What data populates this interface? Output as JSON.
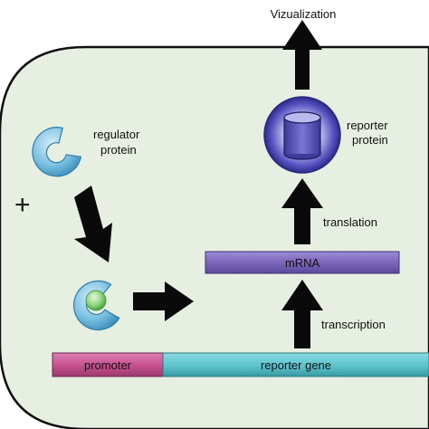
{
  "colors": {
    "cell_fill": "#e6efe1",
    "cell_stroke": "#111111",
    "arrow": "#0a0a0a",
    "promoter": "#c6508f",
    "reporter_gene": "#5cc4cd",
    "mrna": "#7b66b9",
    "protein_ring": "#3f3ca6",
    "regulator": "#57afd5",
    "ligand": "#7dcf72"
  },
  "icons": {
    "regulator": "pacman-protein-icon",
    "regulator_bound": "pacman-protein-with-ligand-icon",
    "reporter": "cylinder-in-sphere-icon",
    "plus": "plus-icon"
  },
  "labels": {
    "visualization": "Vizualization",
    "regulator_line1": "regulator",
    "regulator_line2": "protein",
    "reporter_line1": "reporter",
    "reporter_line2": "protein",
    "plus": "+",
    "translation": "translation",
    "mrna": "mRNA",
    "transcription": "transcription",
    "promoter": "promoter",
    "reporter_gene": "reporter gene"
  }
}
